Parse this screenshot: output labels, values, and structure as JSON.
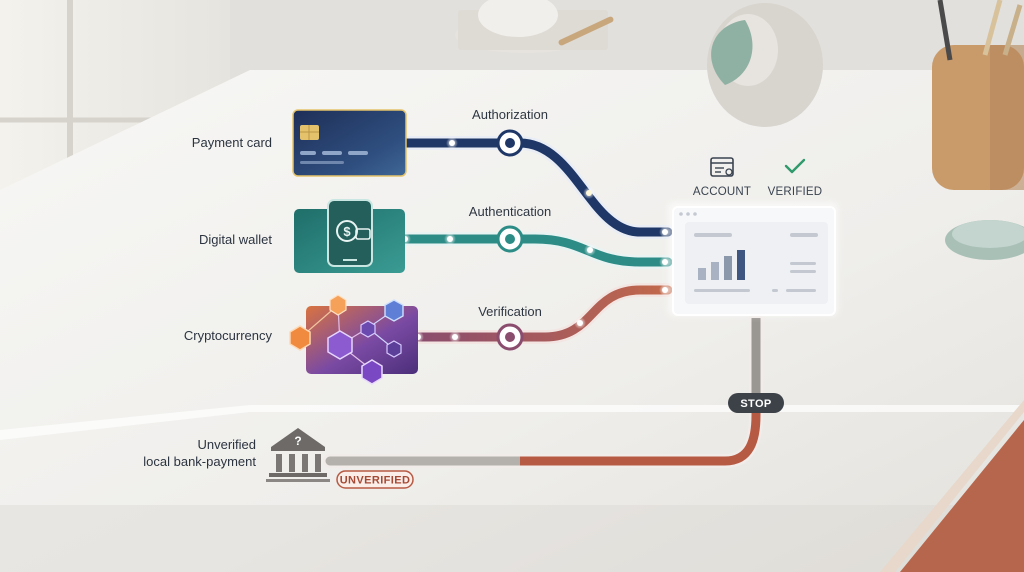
{
  "sources": {
    "payment_card": "Payment card",
    "digital_wallet": "Digital wallet",
    "cryptocurrency": "Cryptocurrency",
    "unverified_line1": "Unverified",
    "unverified_line2": "local bank-payment"
  },
  "steps": {
    "authorization": "Authorization",
    "authentication": "Authentication",
    "verification": "Verification"
  },
  "account": {
    "account_label": "ACCOUNT",
    "verified_label": "VERIFIED"
  },
  "badges": {
    "stop": "STOP",
    "unverified": "UNVERIFIED"
  },
  "icons": {
    "bank": "bank-question-icon",
    "account": "account-form-icon",
    "verified": "checkmark-icon",
    "wallet": "phone-dollar-icon",
    "card": "card-chip-icon",
    "crypto": "hexagon-network-icon"
  },
  "colors": {
    "card_path": "#1f3766",
    "wallet_path": "#2d8c86",
    "crypto_path": "#b0614f",
    "unverified_path": "#b75a43",
    "verified_check": "#2f9a6b",
    "stop_badge": "#3d4249"
  }
}
